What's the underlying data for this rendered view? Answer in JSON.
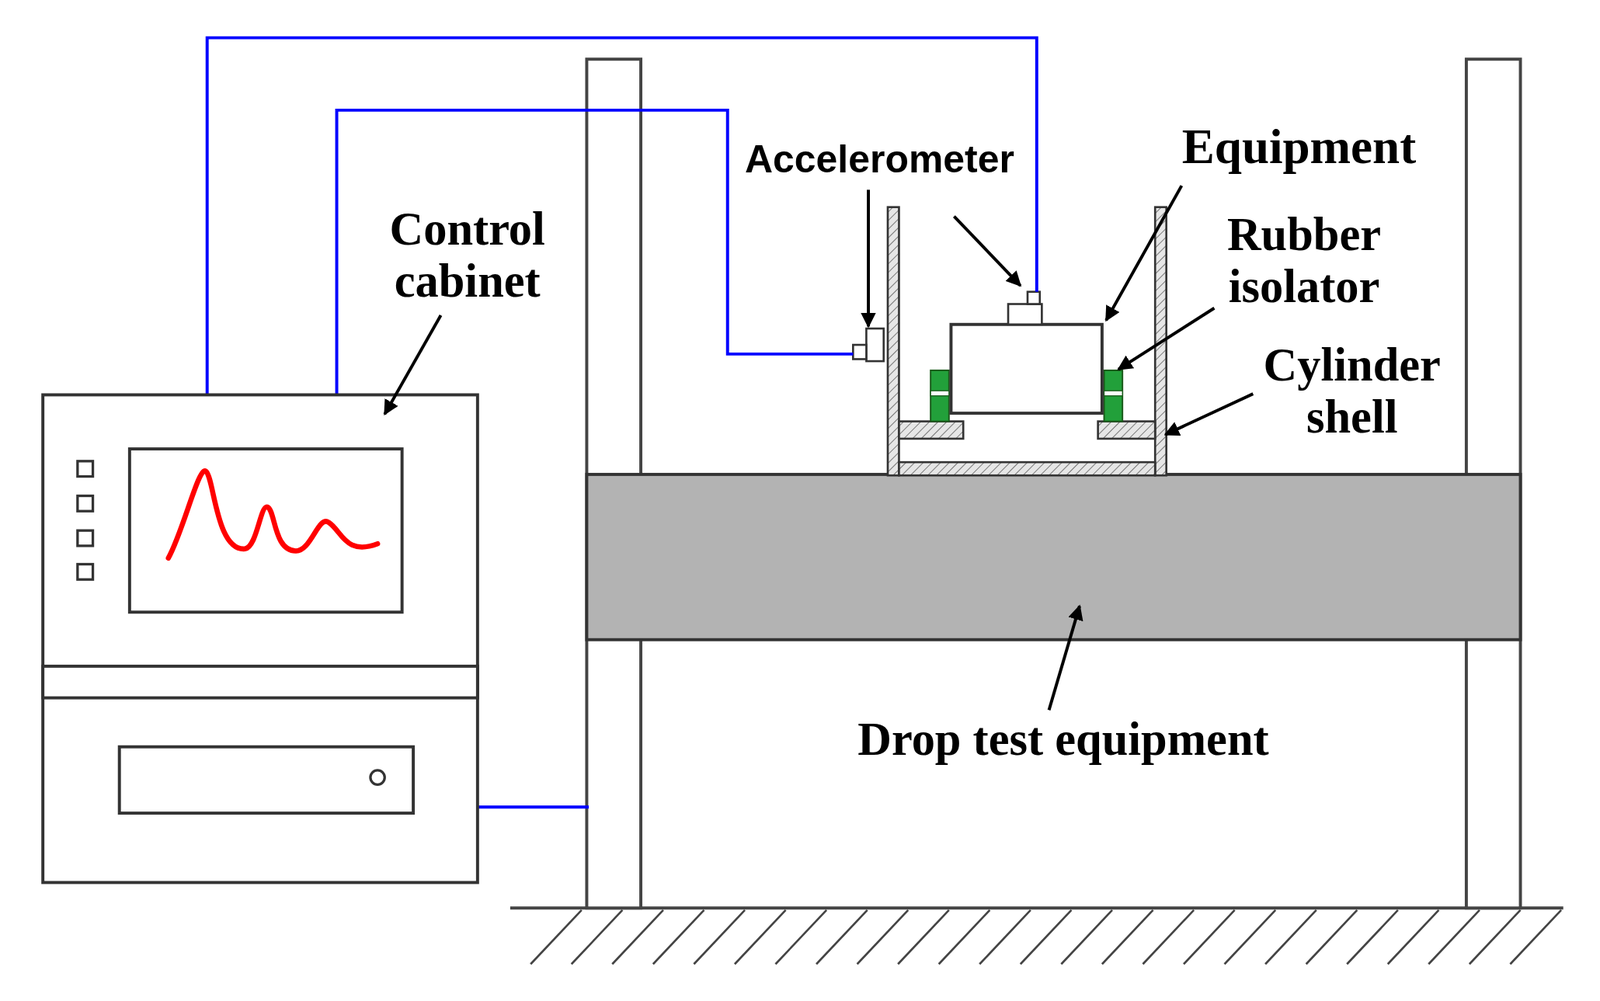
{
  "diagram": {
    "labels": [
      "Accelerometer",
      "Equipment",
      "Control cabinet",
      "Rubber isolator",
      "Cylinder shell",
      "Drop test equipment"
    ]
  }
}
